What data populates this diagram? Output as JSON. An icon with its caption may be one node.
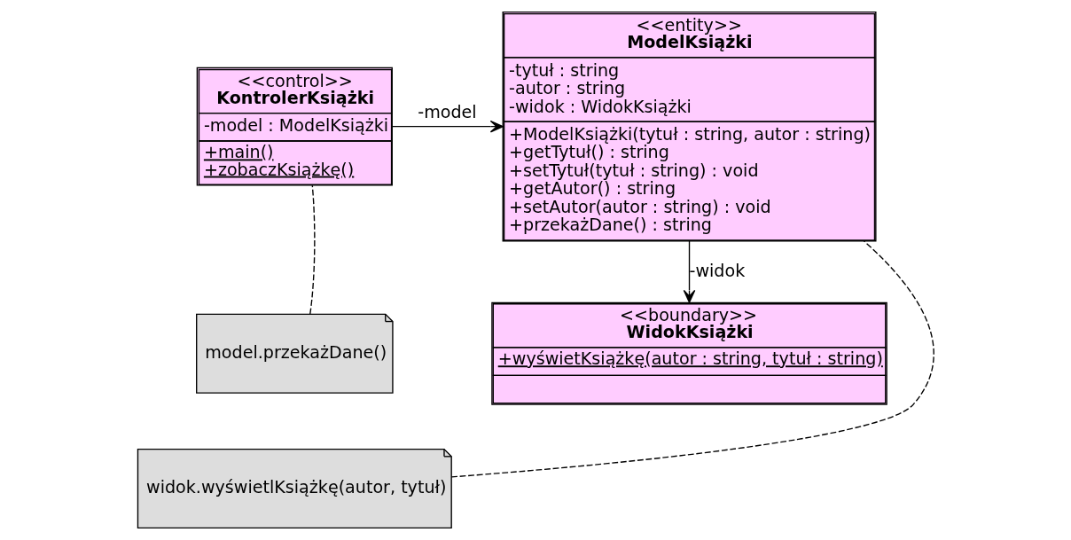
{
  "diagram": {
    "nodes": [
      {
        "text": [
          "<<control>>",
          "KontrolerKsiążki",
          "-model : ModelKsiążki",
          "+main()",
          "+zobaczKsiążkę()"
        ]
      },
      {
        "text": [
          "<<entity>>",
          "ModelKsiążki",
          "-tytuł : string",
          "-autor : string",
          "-widok : WidokKsiążki",
          "+ModelKsiążki(tytuł : string, autor : string)",
          "+getTytuł() : string",
          "+setTytuł(tytuł : string) : void",
          "+getAutor() : string",
          "+setAutor(autor : string) : void",
          "+przekażDane() : string"
        ]
      },
      {
        "text": [
          "model.przekażDane()"
        ]
      },
      {
        "text": [
          "widok.wyświetlKsiążkę(autor, tytuł)"
        ]
      },
      {
        "text": [
          "<<boundary>>",
          "WidokKsiążki",
          "+wyświetKsiążkę(autor : string, tytuł : string)"
        ]
      }
    ],
    "edges": [
      {
        "from": 0,
        "to": 1,
        "arrow": "to",
        "label": "-model"
      },
      {
        "from": 1,
        "to": 4,
        "arrow": "to",
        "label": "-widok"
      },
      {
        "from": 2,
        "to": 0,
        "arrow": "none",
        "style": "dashed"
      },
      {
        "from": 3,
        "to": 1,
        "arrow": "none",
        "style": "dashed"
      }
    ]
  }
}
